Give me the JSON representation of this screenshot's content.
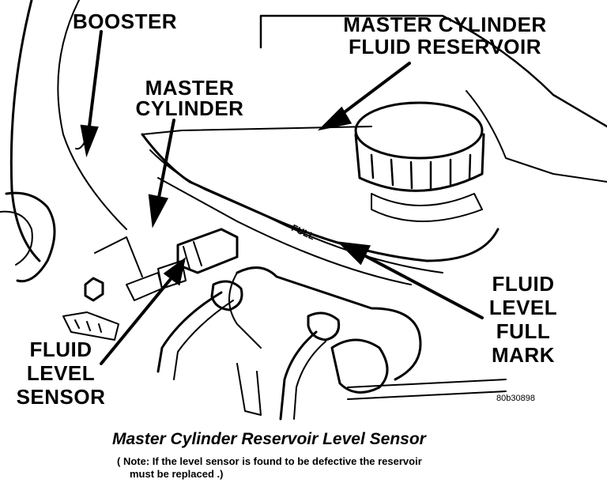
{
  "labels": {
    "booster": "BOOSTER",
    "master_cylinder": [
      "MASTER",
      "CYLINDER"
    ],
    "reservoir": [
      "MASTER CYLINDER",
      "FLUID RESERVOIR"
    ],
    "fluid_level_full_mark": [
      "FLUID",
      "LEVEL",
      "FULL",
      "MARK"
    ],
    "fluid_level_sensor": [
      "FLUID",
      "LEVEL",
      "SENSOR"
    ],
    "full_embossed": "FULL"
  },
  "figure_code": "80b30898",
  "caption": {
    "title": "Master Cylinder Reservoir Level Sensor",
    "note_lines": [
      "( Note: If the level sensor is found to be defective the reservoir",
      "must be replaced .)"
    ]
  }
}
